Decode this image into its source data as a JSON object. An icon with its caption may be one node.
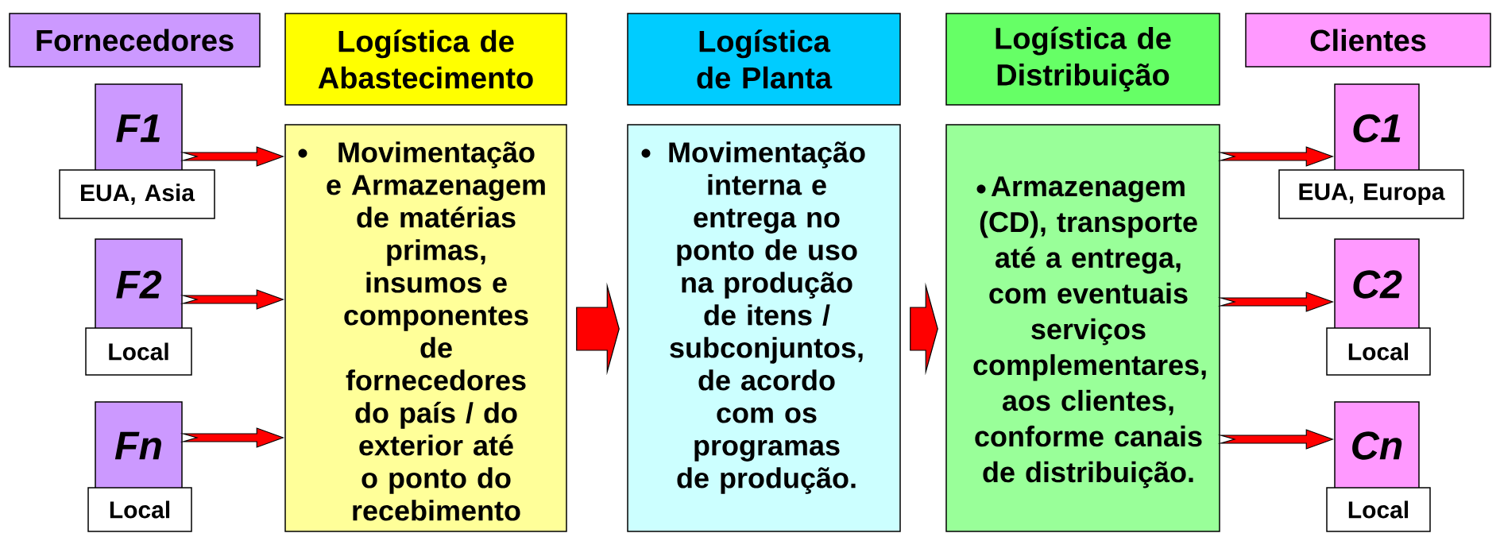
{
  "diagram": {
    "nodes": [
      {
        "text": [
          "Fornecedores"
        ]
      },
      {
        "text": [
          "Logística de Abastecimento"
        ]
      },
      {
        "text": [
          "Logística de Planta"
        ]
      },
      {
        "text": [
          "Logística de Distribuição"
        ]
      },
      {
        "text": [
          "Clientes"
        ]
      },
      {
        "text": [
          "F1"
        ]
      },
      {
        "text": [
          "EUA, Asia"
        ]
      },
      {
        "text": [
          "F2"
        ]
      },
      {
        "text": [
          "Local"
        ]
      },
      {
        "text": [
          "Fn"
        ]
      },
      {
        "text": [
          "Local"
        ]
      },
      {
        "text": [
          "Movimentação e Armazenagem de matérias primas, insumos e componentes de fornecedores do país / do exterior até o ponto do recebimento"
        ]
      },
      {
        "text": [
          "Movimentação interna e entrega no ponto de uso na produção de itens / subconjuntos, de acordo com os programas de produção."
        ]
      },
      {
        "text": [
          "Armazenagem (CD), transporte até a entrega, com eventuais serviços complementares, aos clientes, conforme canais de distribuição."
        ]
      },
      {
        "text": [
          "C1"
        ]
      },
      {
        "text": [
          "EUA, Europa"
        ]
      },
      {
        "text": [
          "C2"
        ]
      },
      {
        "text": [
          "Local"
        ]
      },
      {
        "text": [
          "Cn"
        ]
      },
      {
        "text": [
          "Local"
        ]
      }
    ],
    "edges": [
      {
        "from": 5,
        "to": 11,
        "arrow": "to"
      },
      {
        "from": 7,
        "to": 11,
        "arrow": "to"
      },
      {
        "from": 9,
        "to": 11,
        "arrow": "to"
      },
      {
        "from": 11,
        "to": 12,
        "arrow": "to"
      },
      {
        "from": 12,
        "to": 13,
        "arrow": "to"
      },
      {
        "from": 13,
        "to": 14,
        "arrow": "to"
      },
      {
        "from": 13,
        "to": 16,
        "arrow": "to"
      },
      {
        "from": 13,
        "to": 18,
        "arrow": "to"
      }
    ]
  }
}
